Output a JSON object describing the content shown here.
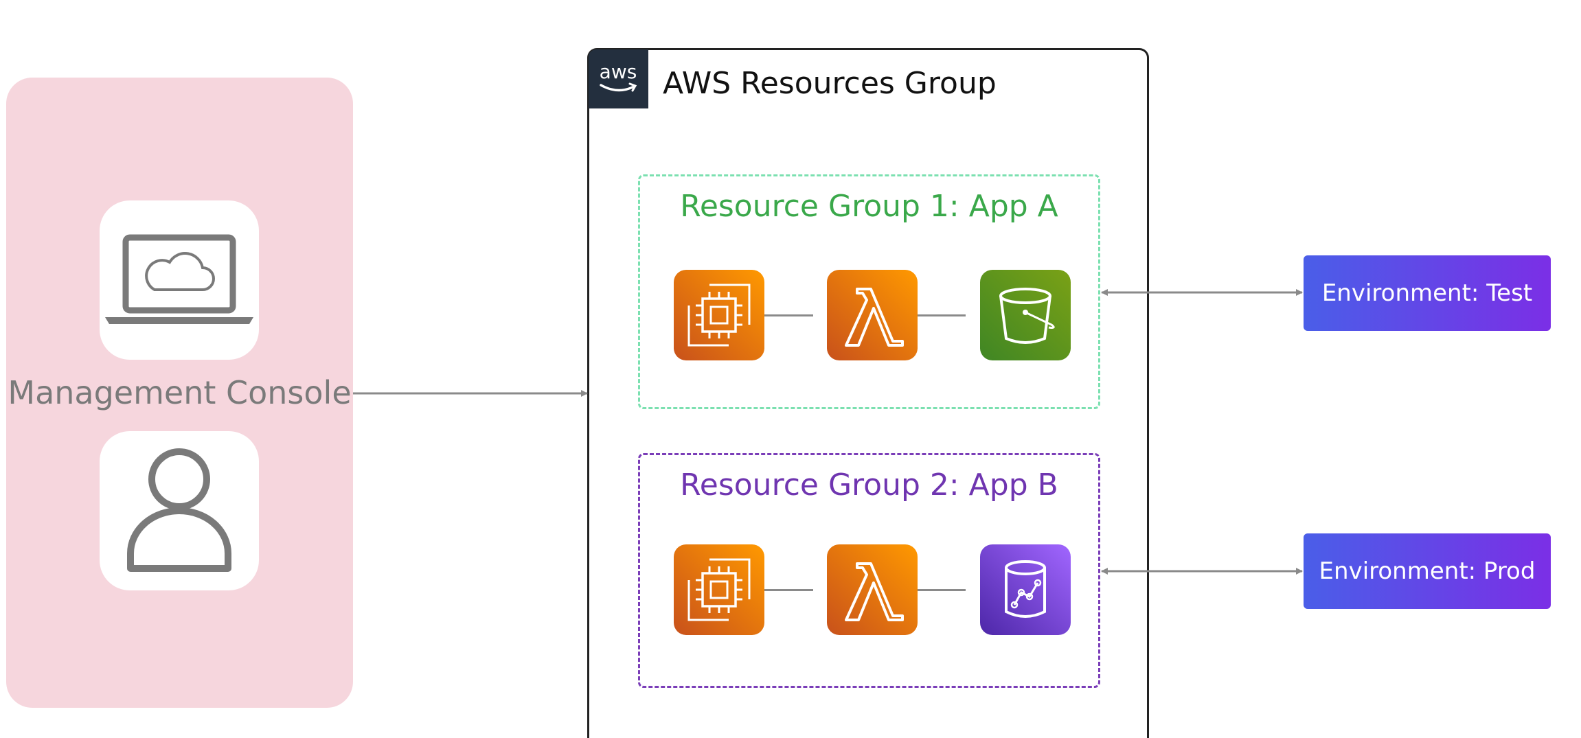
{
  "management": {
    "label": "Management Console",
    "panel_color": "#f6d6dd",
    "icons": [
      "laptop-cloud-icon",
      "user-icon"
    ]
  },
  "aws_group": {
    "logo_text": "aws",
    "title": "AWS Resources Group"
  },
  "resource_groups": [
    {
      "title": "Resource Group 1: App A",
      "border_color": "#7be0b0",
      "title_color": "#3aa84a",
      "services": [
        "ec2-icon",
        "lambda-icon",
        "s3-bucket-icon"
      ]
    },
    {
      "title": "Resource Group 2: App B",
      "border_color": "#7a3db8",
      "title_color": "#6f35b0",
      "services": [
        "ec2-icon",
        "lambda-icon",
        "database-icon"
      ]
    }
  ],
  "environments": [
    {
      "label": "Environment: Test"
    },
    {
      "label": "Environment: Prod"
    }
  ],
  "colors": {
    "compute_orange": "#ed7100",
    "storage_green": "#7aa116",
    "database_purple": "#8c4fff",
    "environment_gradient": [
      "#4a5ee8",
      "#7b2fe6"
    ],
    "connector_gray": "#8a8a8a"
  }
}
